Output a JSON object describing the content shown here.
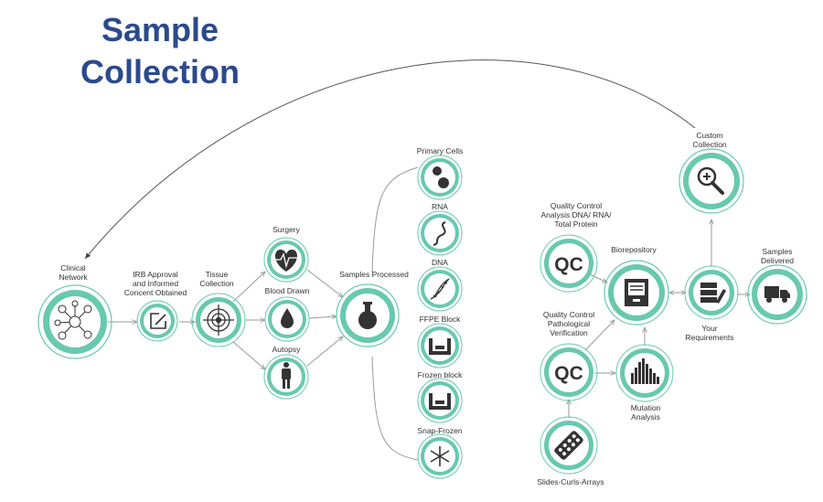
{
  "title": {
    "line1": "Sample",
    "line2": "Collection"
  },
  "colors": {
    "accent": "#67c9ae",
    "dark": "#333333",
    "title": "#2b4a8c",
    "line": "#9a9a9a"
  },
  "nodes": {
    "clinical_network": {
      "label1": "Clinical",
      "label2": "Network",
      "icon": "network-icon"
    },
    "irb_approval": {
      "label1": "IRB Approval",
      "label2": "and Informed",
      "label3": "Concent Obtained",
      "icon": "pencil-edit-icon"
    },
    "tissue_collection": {
      "label1": "Tissue",
      "label2": "Collection",
      "icon": "target-icon"
    },
    "surgery": {
      "label": "Surgery",
      "icon": "heart-pulse-icon"
    },
    "blood_drawn": {
      "label": "Blood Drawn",
      "icon": "blood-drop-icon"
    },
    "autopsy": {
      "label": "Autopsy",
      "icon": "person-icon"
    },
    "samples_processed": {
      "label": "Samples Processed",
      "icon": "flask-icon"
    },
    "primary_cells": {
      "label": "Primary Cells",
      "icon": "cells-icon"
    },
    "rna": {
      "label": "RNA",
      "icon": "rna-strand-icon"
    },
    "dna": {
      "label": "DNA",
      "icon": "dna-helix-icon"
    },
    "ffpe_block": {
      "label": "FFPE Block",
      "icon": "tray-icon"
    },
    "frozen_block": {
      "label": "Frozen block",
      "icon": "tray-icon"
    },
    "snap_frozen": {
      "label": "Snap-Frozen",
      "icon": "snowflake-icon"
    },
    "qc_analysis": {
      "label1": "Quality Control",
      "label2": "Analysis DNA/ RNA/",
      "label3": "Total Protein",
      "icon_text": "QC"
    },
    "qc_pathological": {
      "label1": "Quality Control",
      "label2": "Pathological",
      "label3": "Verification",
      "icon_text": "QC"
    },
    "biorepository": {
      "label": "Biorepository",
      "icon": "file-cabinet-icon"
    },
    "custom_collection": {
      "label1": "Custom",
      "label2": "Collection",
      "icon": "magnifier-plus-icon"
    },
    "your_requirements": {
      "label1": "Your",
      "label2": "Requirements",
      "icon": "server-checklist-icon"
    },
    "samples_delivered": {
      "label1": "Samples",
      "label2": "Delivered",
      "icon": "delivery-truck-icon"
    },
    "mutation_analysis": {
      "label1": "Mutation",
      "label2": "Analysis",
      "icon": "bar-histogram-icon"
    },
    "slides": {
      "label": "Slides-Curls-Arrays",
      "icon": "slide-array-icon"
    }
  }
}
